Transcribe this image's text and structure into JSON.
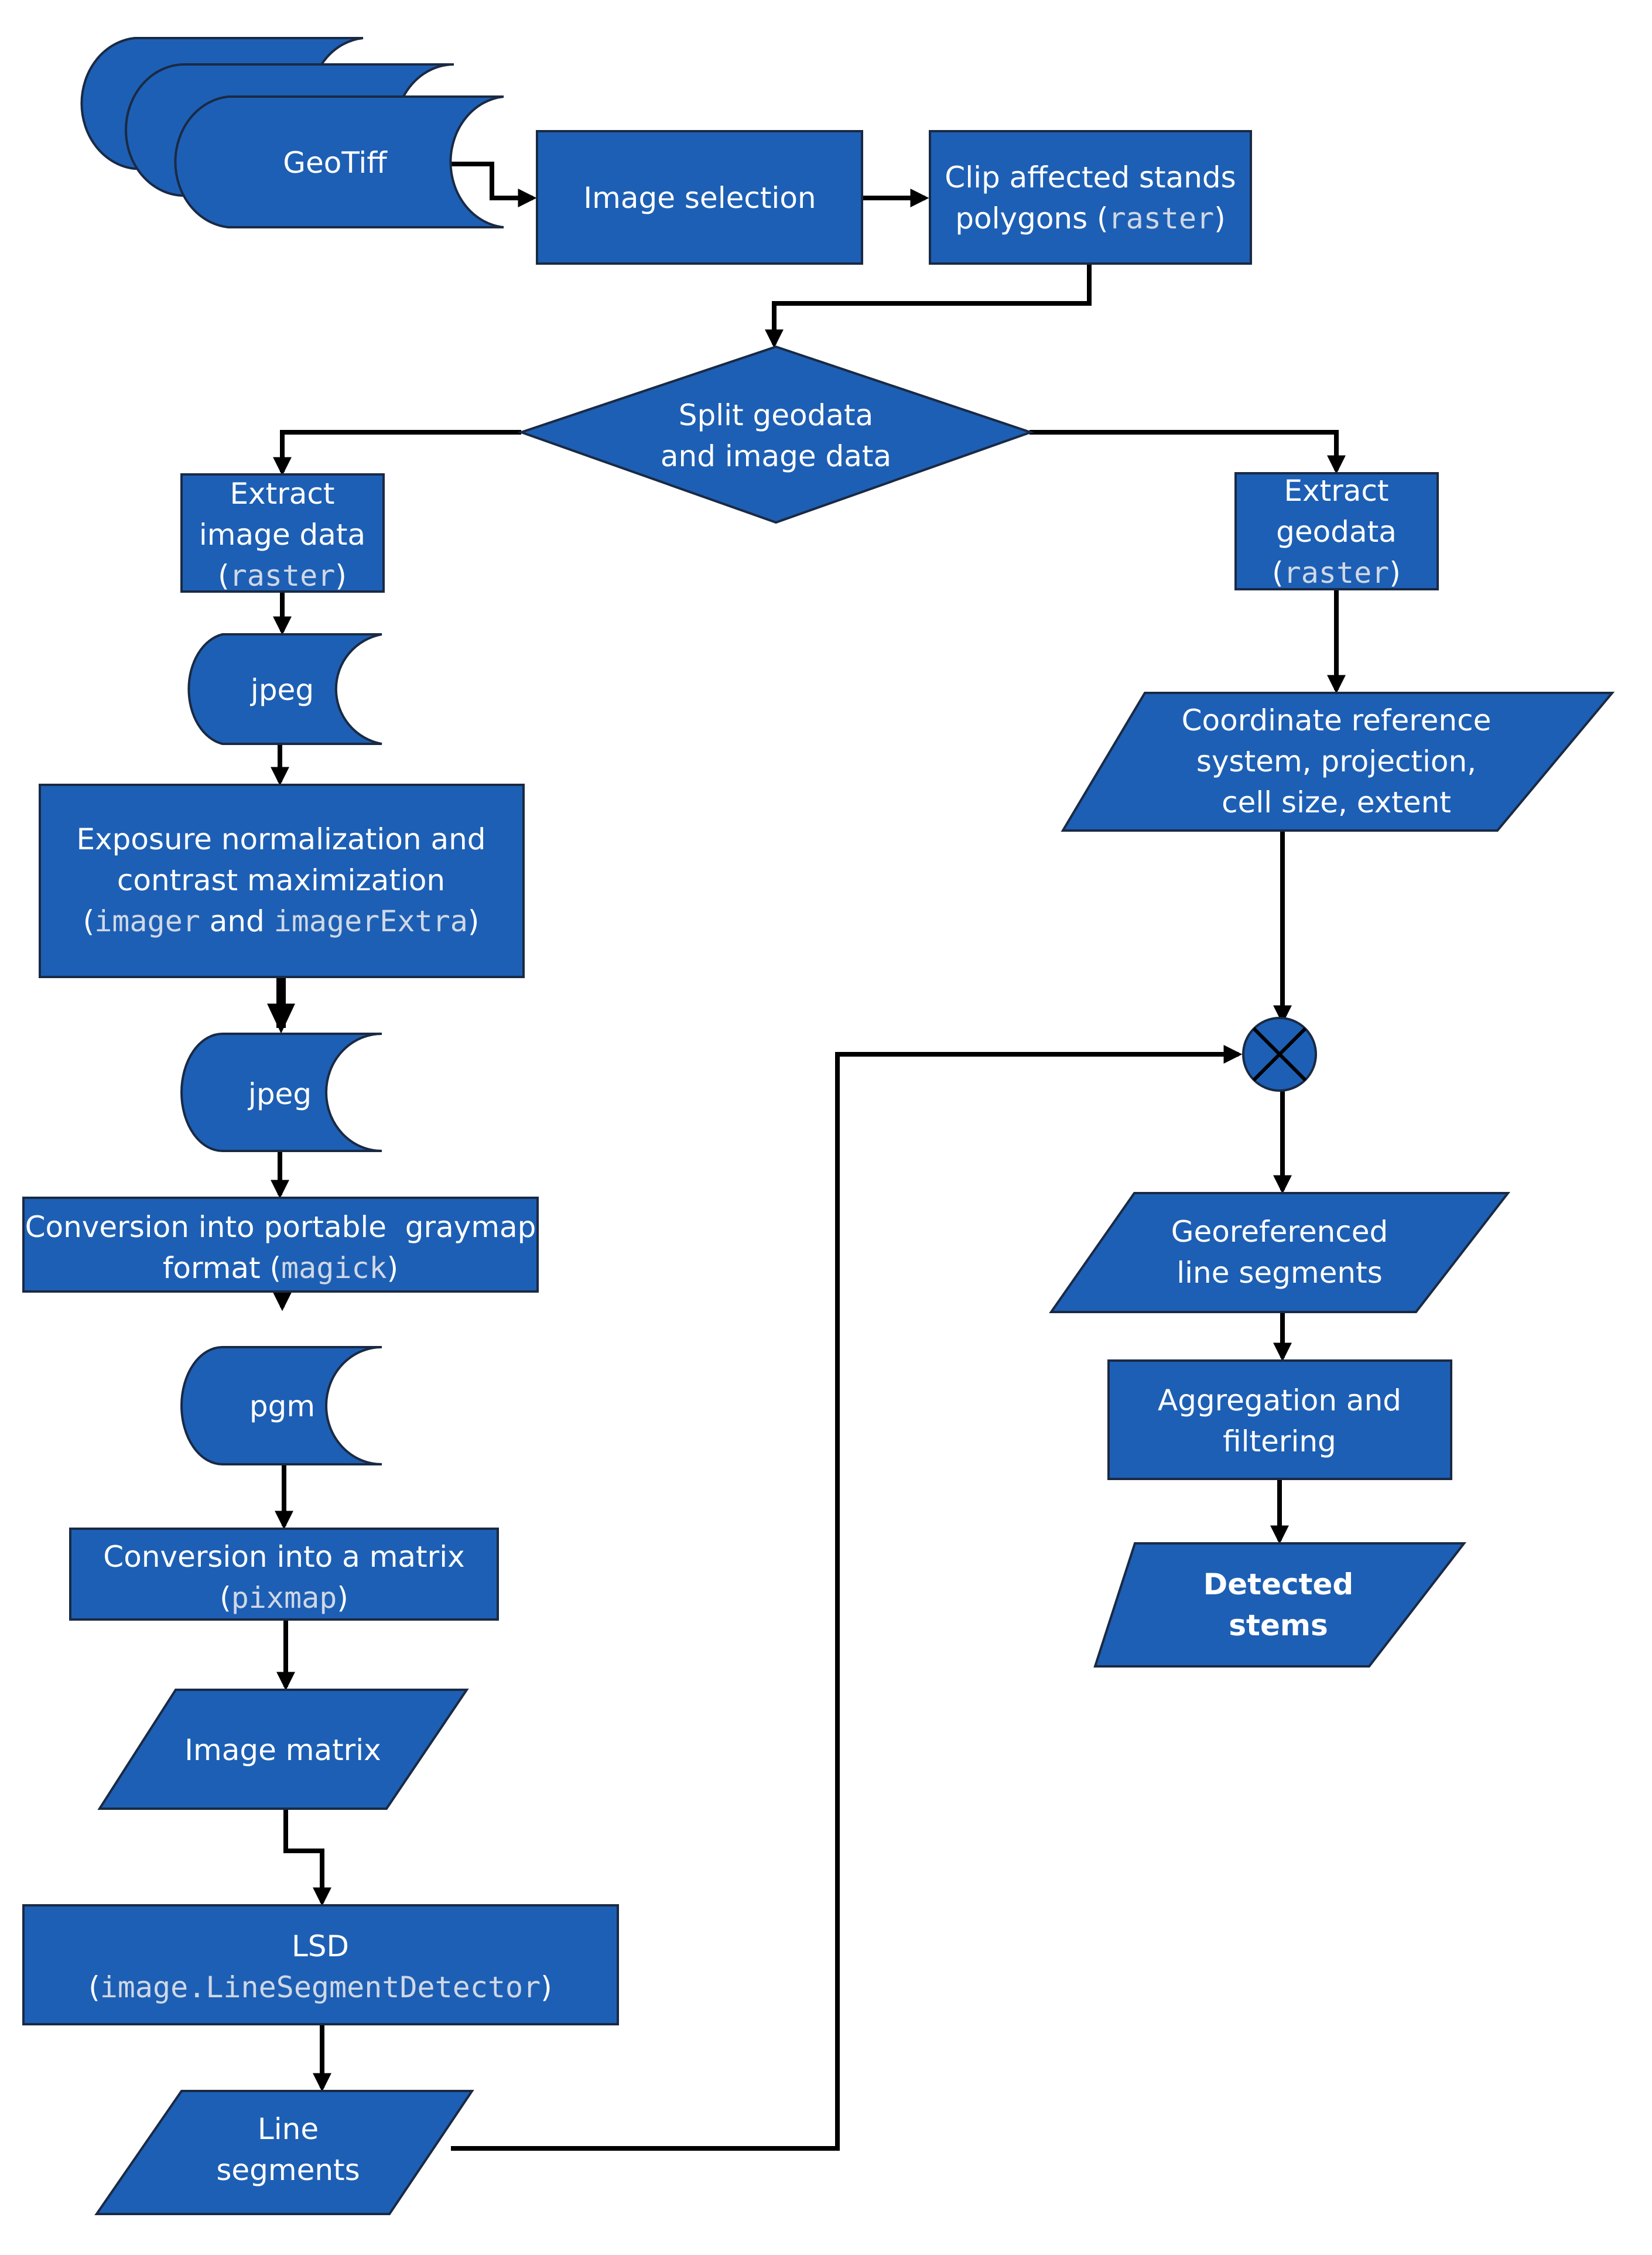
{
  "nodes": {
    "geotiff": {
      "label": "GeoTiff"
    },
    "image_selection": {
      "label": "Image selection"
    },
    "clip": {
      "line1": "Clip affected stands",
      "line2_pre": "polygons (",
      "line2_pkg": "raster",
      "line2_post": ")"
    },
    "split": {
      "line1": "Split geodata",
      "line2": "and image data"
    },
    "extract_image": {
      "line1": "Extract",
      "line2": "image data",
      "pre": "(",
      "pkg": "raster",
      "post": ")"
    },
    "jpeg1": {
      "label": "jpeg"
    },
    "exposure": {
      "line1": "Exposure normalization and",
      "line2": "contrast maximization",
      "pre": "(",
      "pkg1": "imager",
      "mid": " and ",
      "pkg2": "imagerExtra",
      "post": ")"
    },
    "jpeg2": {
      "label": "jpeg"
    },
    "pgm_conv": {
      "line1": "Conversion into portable  graymap",
      "line2_pre": "format (",
      "pkg": "magick",
      "post": ")"
    },
    "pgm": {
      "label": "pgm"
    },
    "matrix_conv": {
      "line1": "Conversion into a matrix",
      "pre": "(",
      "pkg": "pixmap",
      "post": ")"
    },
    "image_matrix": {
      "label": "Image matrix"
    },
    "lsd": {
      "line1": "LSD",
      "pre": "(",
      "pkg": "image.LineSegmentDetector",
      "post": ")"
    },
    "line_segments": {
      "line1": "Line",
      "line2": "segments"
    },
    "extract_geo": {
      "line1": "Extract",
      "line2": "geodata",
      "pre": "(",
      "pkg": "raster",
      "post": ")"
    },
    "crs": {
      "line1": "Coordinate reference",
      "line2": "system, projection,",
      "line3": "cell size, extent"
    },
    "georef": {
      "line1": "Georeferenced",
      "line2": "line segments"
    },
    "aggregation": {
      "line1": "Aggregation and",
      "line2": "filtering"
    },
    "detected": {
      "line1": "Detected",
      "line2": "stems"
    }
  },
  "colors": {
    "node_fill": "#1d5fb4",
    "node_stroke": "#1a2a44",
    "edge": "#000000",
    "package_text": "#cfd8e6",
    "text": "#ffffff"
  }
}
